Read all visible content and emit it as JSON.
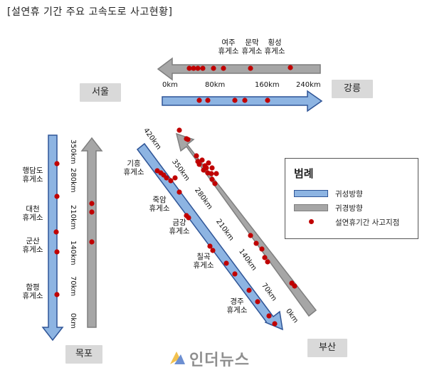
{
  "title": "[설연휴 기간 주요 고속도로 사고현황]",
  "cities": {
    "seoul": "서울",
    "gangneung": "강릉",
    "mokpo": "목포",
    "busan": "부산"
  },
  "rest_areas": {
    "yeoju": "여주\n휴게소",
    "munmak": "문막\n휴게소",
    "hoengseong": "횡성\n휴게소",
    "haengdamdo": "행담도\n휴게소",
    "daecheon": "대천\n휴게소",
    "gunsan": "군산\n휴게소",
    "hampyeong": "함평\n휴게소",
    "giheung": "기흥\n휴게소",
    "jugam": "죽암\n휴게소",
    "geumgang": "금강\n휴게소",
    "chilgok": "칠곡\n휴게소",
    "gyeongju": "경주\n휴게소"
  },
  "km_labels": {
    "gangneung_line": [
      "0km",
      "80km",
      "160km",
      "240km"
    ],
    "mokpo_line": [
      "350km",
      "280km",
      "210km",
      "140km",
      "70km",
      "0km"
    ],
    "busan_line": [
      "420km",
      "350km",
      "280km",
      "210km",
      "140km",
      "70km",
      "0km"
    ]
  },
  "legend": {
    "title": "범례",
    "homebound": "귀성방향",
    "return": "귀경방향",
    "accident": "설연휴기간 사고지점"
  },
  "colors": {
    "homebound_fill": "#8db4e2",
    "homebound_stroke": "#2f5597",
    "return_fill": "#a6a6a6",
    "return_stroke": "#7f7f7f",
    "accident": "#c00000",
    "city_box": "#d9d9d9"
  },
  "watermark": "인더뉴스"
}
